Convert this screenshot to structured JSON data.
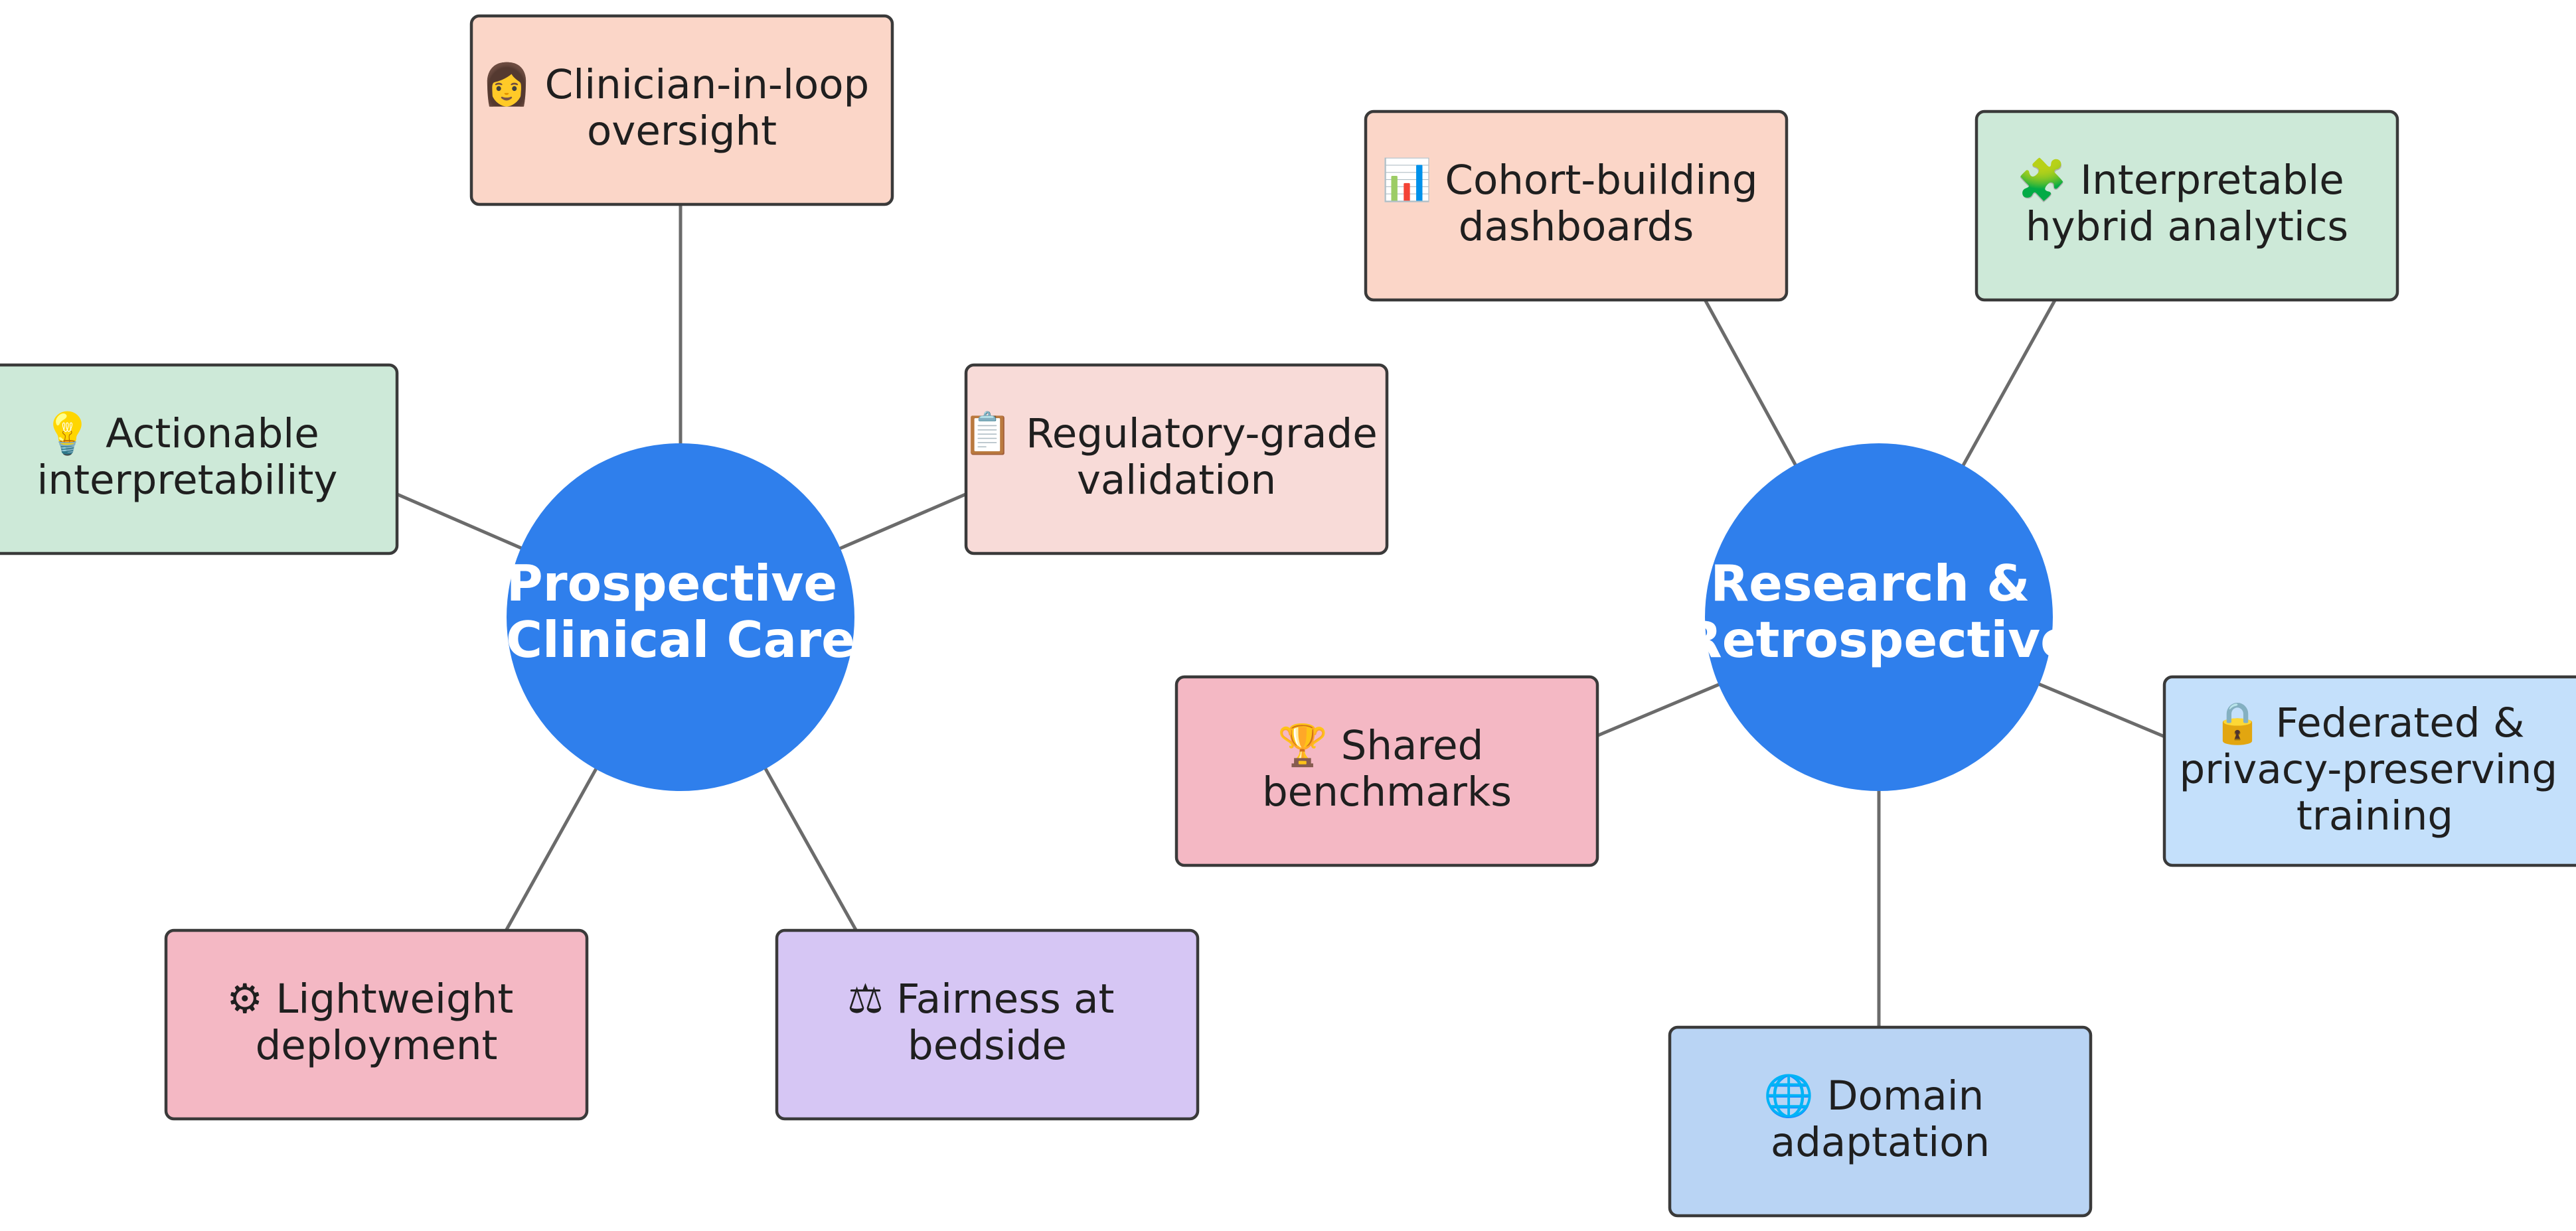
{
  "hubs": {
    "prospective": {
      "lines": [
        "Prospective",
        "Clinical Care"
      ],
      "color": "#2f7fec",
      "spokes": [
        {
          "icon": "user-icon",
          "lines": [
            "👩 Clinician-in-loop",
            "oversight"
          ],
          "color": "#fbd6c8"
        },
        {
          "icon": "lightbulb-icon",
          "lines": [
            "💡 Actionable",
            "interpretability"
          ],
          "color": "#cde9d8"
        },
        {
          "icon": "checklist-icon",
          "lines": [
            "📋 Regulatory-grade",
            "validation"
          ],
          "color": "#f8dbd8"
        },
        {
          "icon": "gear-icon",
          "lines": [
            "⚙ Lightweight",
            "deployment"
          ],
          "color": "#f4b8c4"
        },
        {
          "icon": "scales-icon",
          "lines": [
            "⚖ Fairness at",
            "bedside"
          ],
          "color": "#d6c6f4"
        }
      ]
    },
    "research": {
      "lines": [
        "Research &",
        "Retrospective"
      ],
      "color": "#2f7fec",
      "spokes": [
        {
          "icon": "chart-icon",
          "lines": [
            "📊 Cohort-building",
            "dashboards"
          ],
          "color": "#fbd6c8"
        },
        {
          "icon": "puzzle-icon",
          "lines": [
            "🧩 Interpretable",
            "hybrid analytics"
          ],
          "color": "#cde9d8"
        },
        {
          "icon": "trophy-icon",
          "lines": [
            "🏆 Shared",
            "benchmarks"
          ],
          "color": "#f4b8c4"
        },
        {
          "icon": "lock-icon",
          "lines": [
            "🔒 Federated &",
            "privacy-preserving",
            "training"
          ],
          "color": "#c4e0fb"
        },
        {
          "icon": "globe-icon",
          "lines": [
            "🌐 Domain",
            "adaptation"
          ],
          "color": "#b9d4f4"
        }
      ]
    }
  }
}
